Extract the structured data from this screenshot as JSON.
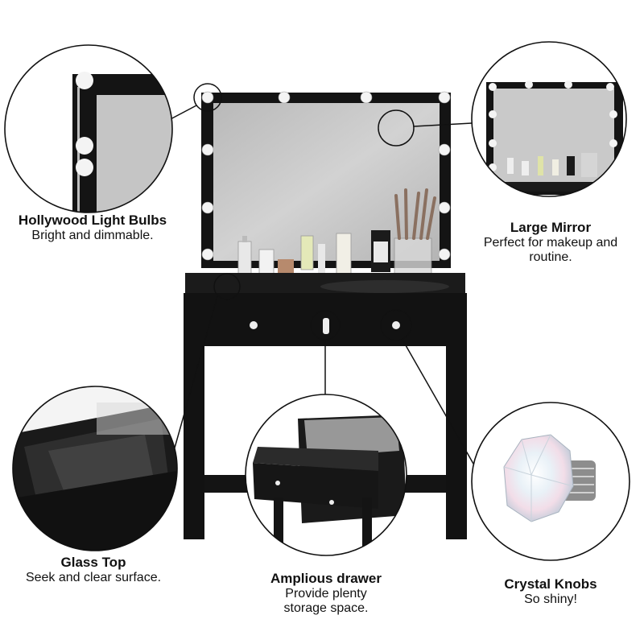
{
  "features": {
    "bulbs": {
      "title": "Hollywood Light Bulbs",
      "subtitle": [
        "Bright and dimmable."
      ]
    },
    "mirror": {
      "title": "Large Mirror",
      "subtitle": [
        "Perfect for makeup and",
        "routine."
      ]
    },
    "glass": {
      "title": "Glass Top",
      "subtitle": [
        "Seek and clear surface."
      ]
    },
    "drawer": {
      "title": "Amplious drawer",
      "subtitle": [
        "Provide plenty",
        "storage space."
      ]
    },
    "knobs": {
      "title": "Crystal Knobs",
      "subtitle": [
        "So shiny!"
      ]
    }
  },
  "colors": {
    "furniture": "#141414",
    "mirror": "#c4c4c4",
    "bulb": "#f4f4f4",
    "callout_line": "#111111"
  }
}
